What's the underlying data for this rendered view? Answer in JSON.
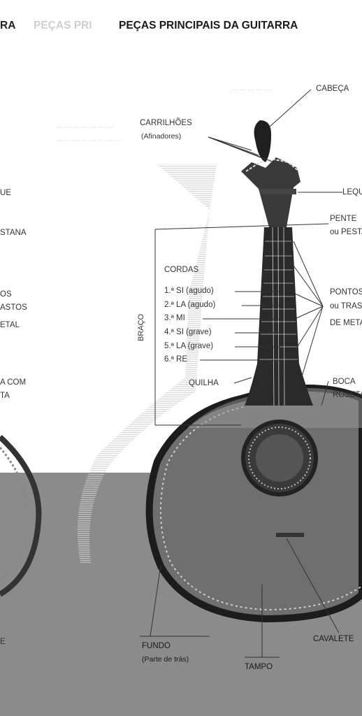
{
  "title": {
    "left_fragment": "RA",
    "ghost_fragment": "PEÇAS PRI",
    "main": "PEÇAS PRINCIPAIS DA GUITARRA"
  },
  "left_fragments": [
    "UE",
    "STANA",
    "OS",
    "ASTOS",
    "ETAL",
    "A COM",
    "TA",
    "E"
  ],
  "labels": {
    "cabeca": "CABEÇA",
    "carrilhoes": "CARRILHÕES",
    "afinadores": "(Afinadores)",
    "leque": "LEQUE",
    "pente": "PENTE",
    "ou_pes": "ou PESTANA",
    "cordas": "CORDAS",
    "braco": "BRAÇO",
    "pontos": "PONTOS",
    "ou_trastos": "ou TRASTOS",
    "de_metal": "DE METAL",
    "quilha": "QUILHA",
    "boca": "BOCA",
    "roseta": "ROSETA",
    "fundo": "FUNDO",
    "fundo_note": "(Parte de trás)",
    "tampo": "TAMPO",
    "cavalete": "CAVALETE"
  },
  "strings": [
    "1.ª SI (agudo)",
    "2.ª LA (agudo)",
    "3.ª MI",
    "4.ª SI (grave)",
    "5.ª LA (grave)",
    "6.ª RE"
  ],
  "colors": {
    "background": "#ffffff",
    "band": "#8b8b8b",
    "body": "#6f6f6f",
    "wood": "#2a2a2a"
  }
}
